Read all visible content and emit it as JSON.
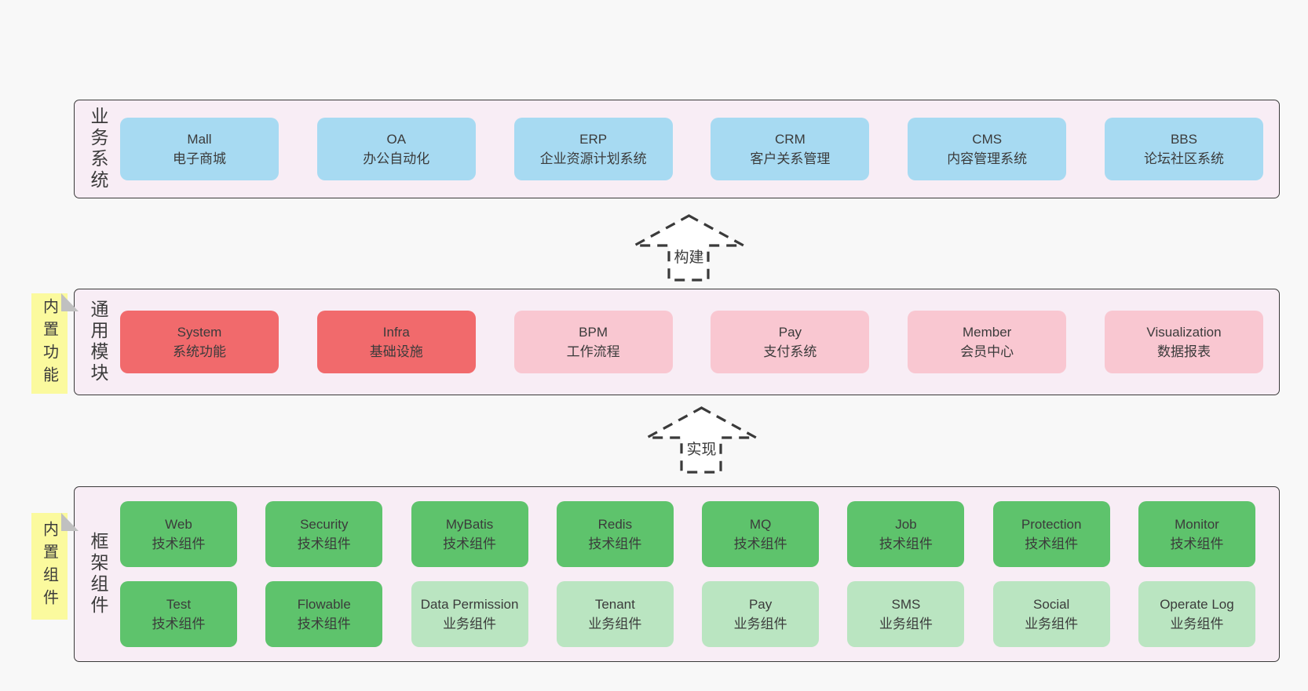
{
  "colors": {
    "page": "#f8f8f8",
    "panel": "#f8edf5",
    "border": "#3a3a3a",
    "text": "#3b3b3b",
    "blue": "#a7daf2",
    "red": "#f16a6c",
    "pink": "#f9c7d1",
    "green": "#5ec36c",
    "greenLight": "#bae5c1",
    "yellow": "#fbfa9e",
    "fold": "#c0c0c0"
  },
  "tiers": [
    {
      "id": "business-systems",
      "label": "业务系统",
      "tab": null,
      "rows": [
        [
          {
            "en": "Mall",
            "zh": "电子商城",
            "color": "blue"
          },
          {
            "en": "OA",
            "zh": "办公自动化",
            "color": "blue"
          },
          {
            "en": "ERP",
            "zh": "企业资源计划系统",
            "color": "blue"
          },
          {
            "en": "CRM",
            "zh": "客户关系管理",
            "color": "blue"
          },
          {
            "en": "CMS",
            "zh": "内容管理系统",
            "color": "blue"
          },
          {
            "en": "BBS",
            "zh": "论坛社区系统",
            "color": "blue"
          }
        ]
      ]
    },
    {
      "id": "common-modules",
      "label": "通用模块",
      "tab": "内置功能",
      "rows": [
        [
          {
            "en": "System",
            "zh": "系统功能",
            "color": "red"
          },
          {
            "en": "Infra",
            "zh": "基础设施",
            "color": "red"
          },
          {
            "en": "BPM",
            "zh": "工作流程",
            "color": "pink"
          },
          {
            "en": "Pay",
            "zh": "支付系统",
            "color": "pink"
          },
          {
            "en": "Member",
            "zh": "会员中心",
            "color": "pink"
          },
          {
            "en": "Visualization",
            "zh": "数据报表",
            "color": "pink"
          }
        ]
      ]
    },
    {
      "id": "framework-components",
      "label": "框架组件",
      "tab": "内置组件",
      "rows": [
        [
          {
            "en": "Web",
            "zh": "技术组件",
            "color": "green"
          },
          {
            "en": "Security",
            "zh": "技术组件",
            "color": "green"
          },
          {
            "en": "MyBatis",
            "zh": "技术组件",
            "color": "green"
          },
          {
            "en": "Redis",
            "zh": "技术组件",
            "color": "green"
          },
          {
            "en": "MQ",
            "zh": "技术组件",
            "color": "green"
          },
          {
            "en": "Job",
            "zh": "技术组件",
            "color": "green"
          },
          {
            "en": "Protection",
            "zh": "技术组件",
            "color": "green"
          },
          {
            "en": "Monitor",
            "zh": "技术组件",
            "color": "green"
          }
        ],
        [
          {
            "en": "Test",
            "zh": "技术组件",
            "color": "green"
          },
          {
            "en": "Flowable",
            "zh": "技术组件",
            "color": "green"
          },
          {
            "en": "Data Permission",
            "zh": "业务组件",
            "color": "greenLight"
          },
          {
            "en": "Tenant",
            "zh": "业务组件",
            "color": "greenLight"
          },
          {
            "en": "Pay",
            "zh": "业务组件",
            "color": "greenLight"
          },
          {
            "en": "SMS",
            "zh": "业务组件",
            "color": "greenLight"
          },
          {
            "en": "Social",
            "zh": "业务组件",
            "color": "greenLight"
          },
          {
            "en": "Operate Log",
            "zh": "业务组件",
            "color": "greenLight"
          }
        ]
      ]
    }
  ],
  "arrows": [
    {
      "label": "构建"
    },
    {
      "label": "实现"
    }
  ]
}
